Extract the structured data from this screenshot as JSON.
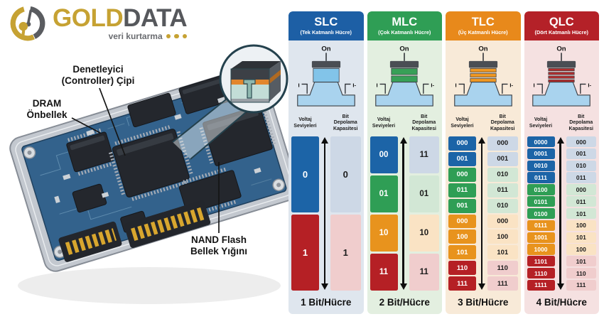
{
  "logo": {
    "brand_gold": "GOLD",
    "brand_dark": "DATA",
    "tagline": "veri kurtarma"
  },
  "ssd_labels": {
    "controller": [
      "Denetleyici",
      "(Controller) Çipi"
    ],
    "dram": [
      "DRAM",
      "Önbellek"
    ],
    "nand": [
      "NAND Flash",
      "Bellek Yığını"
    ]
  },
  "shared": {
    "on_label": "On",
    "left_terminal": "I",
    "right_terminal": "I-",
    "voltage_header": "Voltaj Seviyeleri",
    "capacity_header": "Bit Depolama Kapasitesi"
  },
  "colors": {
    "solid": {
      "blue": "#1c64a7",
      "green": "#2f9e55",
      "orange": "#e8931d",
      "red": "#b52025"
    },
    "light": {
      "blue": "#cdd8e6",
      "green": "#d2e7d5",
      "orange": "#fae3c4",
      "red": "#f0cdcd"
    },
    "stripe": {
      "slc": "#82c4e9",
      "mlc": "#37a057",
      "tlc": "#ee9722",
      "qlc": "#b32c2c"
    }
  },
  "panels": [
    {
      "id": "slc",
      "title": "SLC",
      "subtitle": "(Tek Katmanlı Hücre)",
      "header_color": "#1d5fa5",
      "bg_color": "#dfe6ee",
      "layers": 1,
      "footer": "1 Bit/Hücre",
      "rows": [
        {
          "voltage": "0",
          "capacity": "0",
          "tone": "blue"
        },
        {
          "voltage": "1",
          "capacity": "1",
          "tone": "red"
        }
      ]
    },
    {
      "id": "mlc",
      "title": "MLC",
      "subtitle": "(Çok Katmanlı Hücre)",
      "header_color": "#2f9e55",
      "bg_color": "#e3efe0",
      "layers": 2,
      "footer": "2 Bit/Hücre",
      "rows": [
        {
          "voltage": "00",
          "capacity": "11",
          "tone": "blue"
        },
        {
          "voltage": "01",
          "capacity": "01",
          "tone": "green"
        },
        {
          "voltage": "10",
          "capacity": "10",
          "tone": "orange"
        },
        {
          "voltage": "11",
          "capacity": "11",
          "tone": "red"
        }
      ]
    },
    {
      "id": "tlc",
      "title": "TLC",
      "subtitle": "(Üç Katmanlı Hücre)",
      "header_color": "#e8891b",
      "bg_color": "#f8ead8",
      "layers": 3,
      "footer": "3 Bit/Hücre",
      "rows": [
        {
          "voltage": "000",
          "capacity": "000",
          "tone": "blue"
        },
        {
          "voltage": "001",
          "capacity": "001",
          "tone": "blue"
        },
        {
          "voltage": "000",
          "capacity": "010",
          "tone": "green"
        },
        {
          "voltage": "011",
          "capacity": "011",
          "tone": "green"
        },
        {
          "voltage": "001",
          "capacity": "010",
          "tone": "green"
        },
        {
          "voltage": "000",
          "capacity": "000",
          "tone": "orange"
        },
        {
          "voltage": "100",
          "capacity": "100",
          "tone": "orange"
        },
        {
          "voltage": "101",
          "capacity": "101",
          "tone": "orange"
        },
        {
          "voltage": "110",
          "capacity": "110",
          "tone": "red"
        },
        {
          "voltage": "111",
          "capacity": "111",
          "tone": "red"
        }
      ]
    },
    {
      "id": "qlc",
      "title": "QLC",
      "subtitle": "(Dört Katmanlı Hücre)",
      "header_color": "#b42128",
      "bg_color": "#f5e1e1",
      "layers": 4,
      "footer": "4 Bit/Hücre",
      "rows": [
        {
          "voltage": "0000",
          "capacity": "000",
          "tone": "blue"
        },
        {
          "voltage": "0001",
          "capacity": "001",
          "tone": "blue"
        },
        {
          "voltage": "0010",
          "capacity": "010",
          "tone": "blue"
        },
        {
          "voltage": "0111",
          "capacity": "011",
          "tone": "blue"
        },
        {
          "voltage": "0100",
          "capacity": "000",
          "tone": "green"
        },
        {
          "voltage": "0101",
          "capacity": "011",
          "tone": "green"
        },
        {
          "voltage": "0100",
          "capacity": "101",
          "tone": "green"
        },
        {
          "voltage": "0111",
          "capacity": "100",
          "tone": "orange"
        },
        {
          "voltage": "1001",
          "capacity": "101",
          "tone": "orange"
        },
        {
          "voltage": "1000",
          "capacity": "100",
          "tone": "orange"
        },
        {
          "voltage": "1101",
          "capacity": "101",
          "tone": "red"
        },
        {
          "voltage": "1110",
          "capacity": "110",
          "tone": "red"
        },
        {
          "voltage": "1111",
          "capacity": "111",
          "tone": "red"
        }
      ]
    }
  ]
}
